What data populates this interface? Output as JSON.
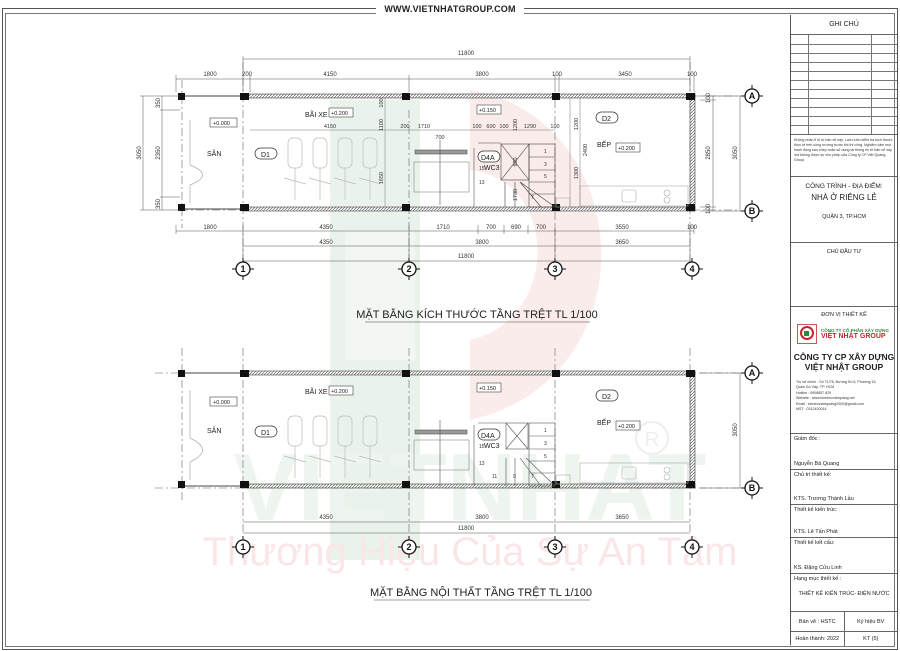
{
  "header": {
    "website": "WWW.VIETNHATGROUP.COM"
  },
  "watermark": {
    "brand": "VIETNHAT",
    "slogan": "Thương Hiệu Của Sự An Tâm",
    "registered": "®"
  },
  "plan_top": {
    "title": "MẶT BẰNG KÍCH THƯỚC TẦNG TRỆT  TL 1/100",
    "dims_top_total": "11800",
    "dims_top": [
      "1800",
      "200",
      "4150",
      "3800",
      "100",
      "3450",
      "100"
    ],
    "dims_bottom_1": [
      "1800",
      "4350",
      "1710",
      "700",
      "690",
      "700",
      "3550",
      "100"
    ],
    "dims_bottom_2": [
      "4350",
      "3800",
      "3650"
    ],
    "dims_bottom_total": "11800",
    "dims_left": [
      "350",
      "2350",
      "350"
    ],
    "dims_left_total": "3050",
    "dims_right": [
      "100",
      "2850",
      "100"
    ],
    "dims_right_total": "3050",
    "interior_dims": {
      "parking_width": "4150",
      "parking_h1": "100",
      "parking_h2": "1100",
      "parking_h3": "1650",
      "wc_row": [
        "200",
        "1710",
        "100",
        "600",
        "100",
        "1290",
        "100"
      ],
      "wc_h": "1200",
      "door_700": "700",
      "stair_900": "900",
      "stair_1730": "1730",
      "kitchen_1200": "1200",
      "kitchen_2400": "2400",
      "kitchen_1300": "1300"
    }
  },
  "plan_bottom": {
    "title": "MẶT BẰNG NỘI THẤT TẦNG TRỆT  TL 1/100",
    "dims_bottom_2": [
      "4350",
      "3800",
      "3650"
    ],
    "dims_bottom_total": "11800",
    "dims_right_total": "3050"
  },
  "rooms": {
    "san": "SÂN",
    "san_level": "+0.000",
    "parking": "BÃI XE",
    "parking_level": "+0.200",
    "door_d1": "D1",
    "door_d4a": "D4A",
    "wc": "WC3",
    "wc_level": "+0.150",
    "kitchen": "BẾP",
    "kitchen_level": "+0.200",
    "door_d2": "D2",
    "stair_steps": [
      "1",
      "3",
      "5",
      "7",
      "9",
      "11",
      "13",
      "15"
    ]
  },
  "grid_axes": {
    "columns": [
      "1",
      "2",
      "3",
      "4"
    ],
    "rows": [
      "A",
      "B"
    ]
  },
  "title_block": {
    "notes_heading": "GHI CHÚ",
    "warning": "Không nhân tỉ lệ từ bản vẽ này. Luôn luôn kiểm tra kích thước thực tế trên công trường trước khi thi công. Nghiêm cấm mọi hành động sao chép hoặc sử dụng lại thông tin từ bản vẽ này mà không được sự cho phép của Công ty CP Việt Quang Group.",
    "project_label": "CÔNG TRÌNH - ĐỊA ĐIỂM:",
    "project_name": "NHÀ Ở RIÊNG LẺ",
    "project_location": "QUẬN 3, TP.HCM",
    "investor_label": "CHỦ ĐẦU TƯ",
    "designer_label": "ĐƠN VỊ THIẾT KẾ",
    "logo_line1": "CÔNG TY CỔ PHẦN XÂY DỰNG",
    "logo_line2": "VIỆT NHẬT GROUP",
    "logo_badge": "VIỆT NHẬT",
    "company_line1": "CÔNG TY CP XÂY DỰNG",
    "company_line2": "VIỆT NHẬT GROUP",
    "company_info": [
      "Trụ sở chính : Số 71/78, Đường Số 6, Phường 15,",
      "Quận Gò Vấp, TP. HCM",
      "Hotline : 0908857 829",
      "Website : www.kientrucvietquang.net",
      "Email : kientrucvietquang2000@gmail.com",
      "MST : 0312420014"
    ],
    "director_label": "Giám đốc :",
    "director_name": "Nguyễn Bá Quang",
    "lead_label": "Chủ trì thiết kế:",
    "lead_name": "KTS. Trương Thành Lầu",
    "arch_label": "Thiết kế kiến trúc:",
    "arch_name": "KTS. Lê Tấn Phát",
    "struct_label": "Thiết kế kết cấu:",
    "struct_name": "KS. Đặng Cửu Linh",
    "category_label": "Hạng mục thiết kế :",
    "category_value": "THIẾT KẾ KIẾN TRÚC- ĐIỆN NƯỚC",
    "sheet_label": "Bản vẽ : HSTC",
    "sheet_code_label": "Ký hiệu BV",
    "completed": "Hoàn thành: 2022",
    "sheet_code": "KT (5)"
  },
  "colors": {
    "watermark_green": "#e9f2ea",
    "watermark_red": "#fbe9ea",
    "line": "#333333",
    "wall": "#555555"
  }
}
